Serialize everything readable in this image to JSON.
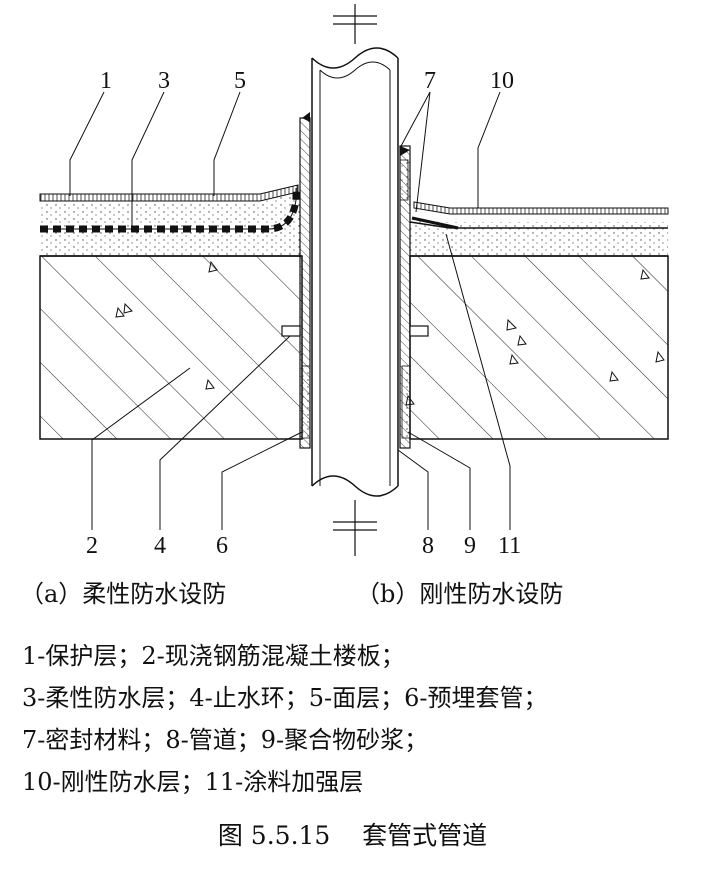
{
  "figure": {
    "labels": {
      "n1": "1",
      "n3": "3",
      "n5": "5",
      "n7": "7",
      "n10": "10",
      "n2": "2",
      "n4": "4",
      "n6": "6",
      "n8": "8",
      "n9": "9",
      "n11": "11"
    },
    "subcaption_a": "（a）柔性防水设防",
    "subcaption_b": "（b）刚性防水设防",
    "legend": [
      "1-保护层；2-现浇钢筋混凝土楼板；",
      "3-柔性防水层；4-止水环；5-面层；6-预埋套管；",
      "7-密封材料；8-管道；9-聚合物砂浆；",
      "10-刚性防水层；11-涂料加强层"
    ],
    "caption": "图 5.5.15    套管式管道"
  }
}
